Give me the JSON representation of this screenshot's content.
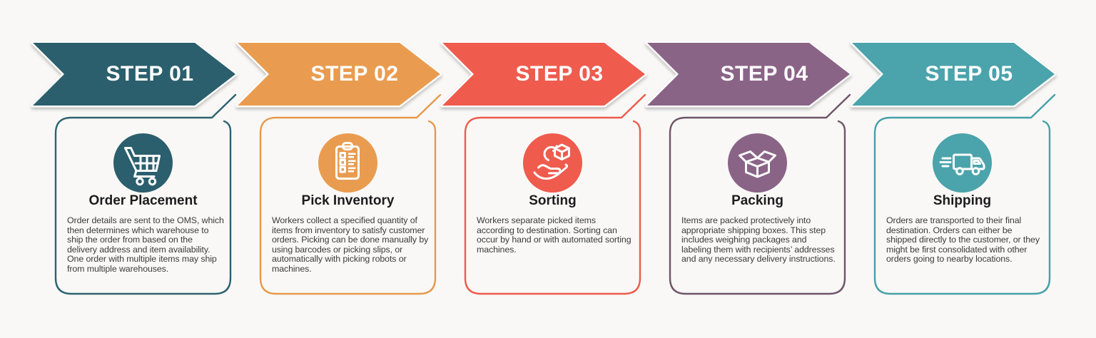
{
  "background_color": "#f9f8f6",
  "steps": [
    {
      "banner": "STEP 01",
      "title": "Order Placement",
      "description": "Order details are sent to the OMS, which then determines which warehouse to ship the order from based on the delivery address and item availability. One order with multiple items may ship from multiple warehouses.",
      "color": "#2b5f6d",
      "border_color": "#2e6270",
      "icon": "shopping-cart-icon"
    },
    {
      "banner": "STEP 02",
      "title": "Pick Inventory",
      "description": "Workers collect a specified quantity of items from inventory to satisfy customer orders. Picking can be done manually by using barcodes or picking slips, or automatically with picking robots or machines.",
      "color": "#e99c50",
      "border_color": "#e7994b",
      "icon": "clipboard-checklist-icon"
    },
    {
      "banner": "STEP 03",
      "title": "Sorting",
      "description": "Workers separate picked items according to destination. Sorting can occur by hand or with automated sorting machines.",
      "color": "#ef5b4d",
      "border_color": "#ee5a4c",
      "icon": "hand-box-sorting-icon"
    },
    {
      "banner": "STEP 04",
      "title": "Packing",
      "description": "Items are packed protectively into appropriate shipping boxes. This step includes weighing packages and labeling them with recipients’ addresses and any necessary delivery instructions.",
      "color": "#8a6487",
      "border_color": "#6f5569",
      "icon": "open-box-icon"
    },
    {
      "banner": "STEP 05",
      "title": "Shipping",
      "description": "Orders are transported to their final destination. Orders can either be shipped directly to the customer, or they might be first consolidated with other orders going to nearby locations.",
      "color": "#4ba3ab",
      "border_color": "#46a0a8",
      "icon": "delivery-truck-icon"
    }
  ]
}
